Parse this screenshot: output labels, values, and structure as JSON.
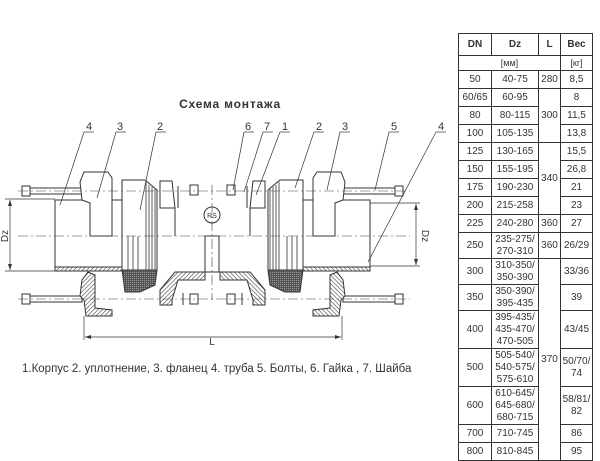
{
  "drawing": {
    "title": "Схема монтажа",
    "labels": [
      "4",
      "3",
      "2",
      "6",
      "7",
      "1",
      "2",
      "3",
      "5",
      "4"
    ],
    "dz_left": "Dz",
    "dz_right": "Dz",
    "length": "L",
    "logo": "RS"
  },
  "caption": "1.Корпус 2. уплотнение, 3. фланец 4. труба  5. Болты, 6. Гайка , 7. Шайба",
  "table": {
    "headers": [
      "DN",
      "Dz",
      "L",
      "Вес"
    ],
    "unit_mm": "[мм]",
    "unit_kg": "[кг]",
    "rows": [
      {
        "dn": "50",
        "dz": [
          "40-75"
        ],
        "w": [
          "8,5"
        ]
      },
      {
        "dn": "60/65",
        "dz": [
          "60-95"
        ],
        "w": [
          "8"
        ]
      },
      {
        "dn": "80",
        "dz": [
          "80-115"
        ],
        "w": [
          "11,5"
        ]
      },
      {
        "dn": "100",
        "dz": [
          "105-135"
        ],
        "w": [
          "13,8"
        ]
      },
      {
        "dn": "125",
        "dz": [
          "130-165"
        ],
        "w": [
          "15,5"
        ]
      },
      {
        "dn": "150",
        "dz": [
          "155-195"
        ],
        "w": [
          "26,8"
        ]
      },
      {
        "dn": "175",
        "dz": [
          "190-230"
        ],
        "w": [
          "21"
        ]
      },
      {
        "dn": "200",
        "dz": [
          "215-258"
        ],
        "w": [
          "23"
        ]
      },
      {
        "dn": "225",
        "dz": [
          "240-280"
        ],
        "w": [
          "27"
        ]
      },
      {
        "dn": "250",
        "dz": [
          "235-275/",
          "270-310"
        ],
        "w": [
          "26/29"
        ]
      },
      {
        "dn": "300",
        "dz": [
          "310-350/",
          "350-390"
        ],
        "w": [
          "33/36"
        ]
      },
      {
        "dn": "350",
        "dz": [
          "350-390/",
          "395-435"
        ],
        "w": [
          "39"
        ]
      },
      {
        "dn": "400",
        "dz": [
          "395-435/",
          "435-470/",
          "470-505"
        ],
        "w": [
          "43/45"
        ]
      },
      {
        "dn": "500",
        "dz": [
          "505-540/",
          "540-575/",
          "575-610"
        ],
        "w": [
          "50/70/",
          "74"
        ]
      },
      {
        "dn": "600",
        "dz": [
          "610-645/",
          "645-680/",
          "680-715"
        ],
        "w": [
          "58/81/",
          "82"
        ]
      },
      {
        "dn": "700",
        "dz": [
          "710-745"
        ],
        "w": [
          "86"
        ]
      },
      {
        "dn": "800",
        "dz": [
          "810-845"
        ],
        "w": [
          "95"
        ]
      }
    ],
    "lengths": [
      "280",
      "300",
      "340",
      "360",
      "360",
      "370"
    ]
  }
}
